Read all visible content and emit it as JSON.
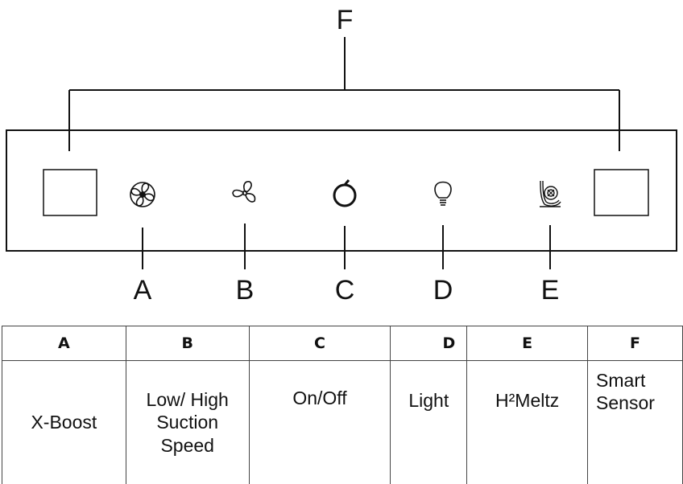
{
  "callouts": {
    "A": "A",
    "B": "B",
    "C": "C",
    "D": "D",
    "E": "E",
    "F": "F"
  },
  "panel_icons": [
    "left-sensor-window",
    "x-boost-fan-icon",
    "fan-icon",
    "power-icon",
    "light-bulb-icon",
    "h2meltz-icon",
    "right-sensor-window"
  ],
  "legend": {
    "headers": [
      "A",
      "B",
      "C",
      "D",
      "E",
      "F"
    ],
    "values": [
      "X-Boost",
      "Low/ High Suction Speed",
      "On/Off",
      "Light",
      "H²Meltz",
      "Smart Sensor"
    ]
  }
}
